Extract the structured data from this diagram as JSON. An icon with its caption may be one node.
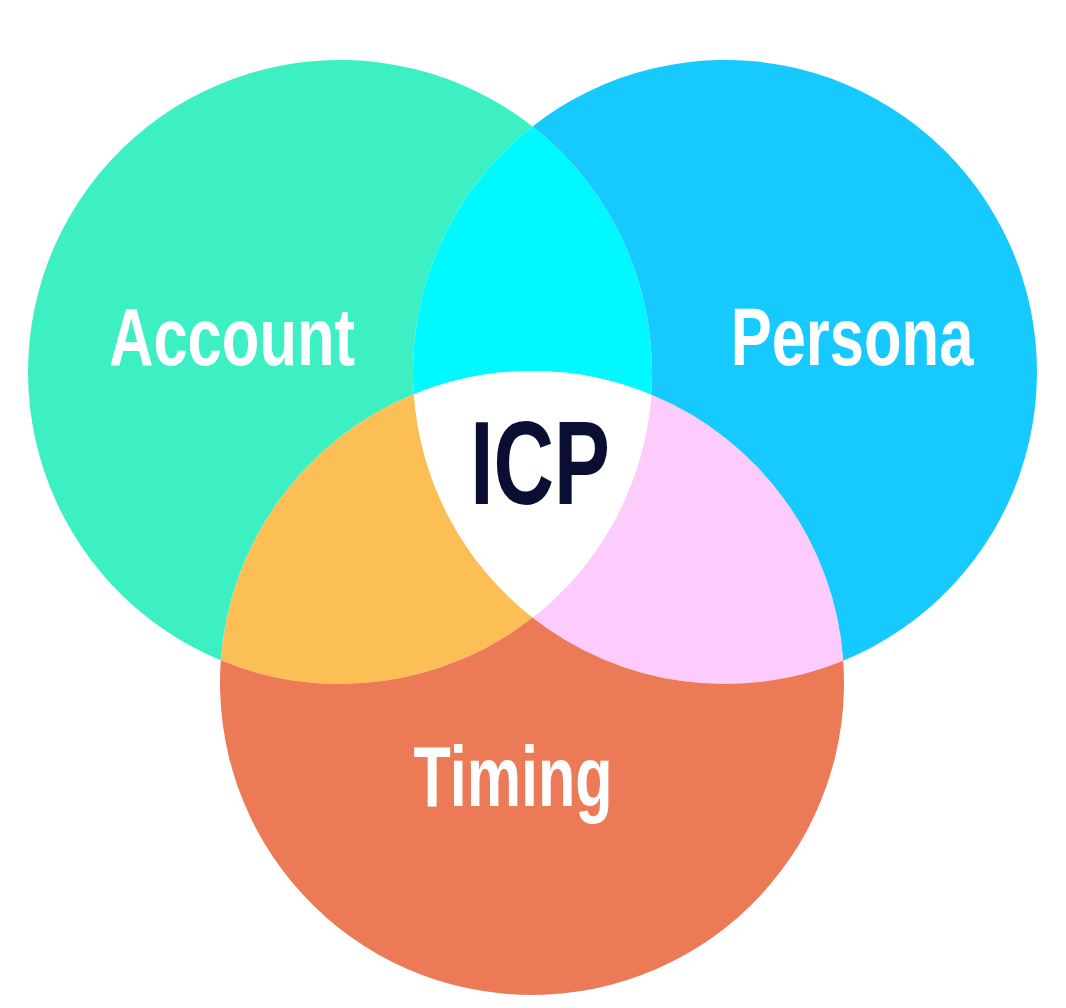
{
  "diagram": {
    "nodes": [
      {
        "text": [
          "Account"
        ]
      },
      {
        "text": [
          "Persona"
        ]
      },
      {
        "text": [
          "ICP"
        ]
      },
      {
        "text": [
          "Timing"
        ]
      }
    ]
  }
}
